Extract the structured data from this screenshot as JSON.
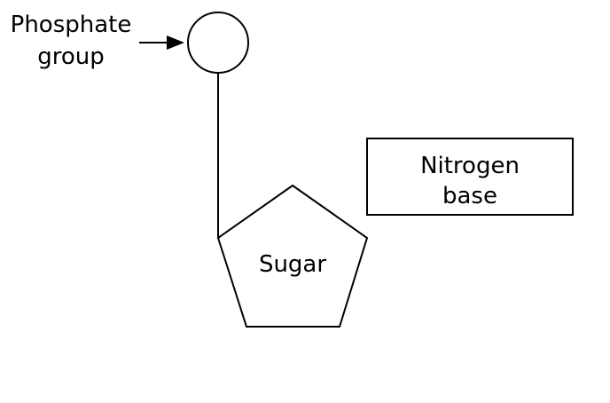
{
  "diagram": {
    "title": "Nucleotide structure",
    "labels": {
      "phosphate_line1": "Phosphate",
      "phosphate_line2": "group",
      "sugar": "Sugar",
      "nitrogen_line1": "Nitrogen",
      "nitrogen_line2": "base"
    },
    "colors": {
      "stroke": "#000000",
      "background": "#ffffff"
    }
  }
}
